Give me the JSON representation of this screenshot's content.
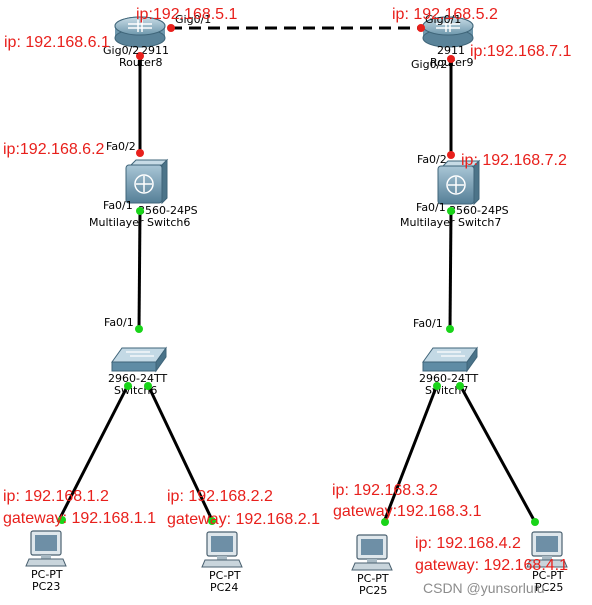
{
  "colors": {
    "link": "#000000",
    "port_up": "#19d419",
    "port_down": "#e8201c",
    "ip_text": "#e8201c",
    "router_body": "#8fb3c6",
    "switch_body": "#7ba6bd",
    "pc_body": "#b8c7d0"
  },
  "devices": {
    "router8": {
      "model": "2911",
      "name": "Router8",
      "icon": "router-icon"
    },
    "router9": {
      "model": "2911",
      "name": "Router9",
      "icon": "router-icon"
    },
    "mls6": {
      "model": "3560-24PS",
      "name": "Multilayer Switch6",
      "icon": "multilayer-switch-icon"
    },
    "mls7": {
      "model": "3560-24PS",
      "name": "Multilayer Switch7",
      "icon": "multilayer-switch-icon"
    },
    "sw6": {
      "model": "2960-24TT",
      "name": "Switch6",
      "icon": "switch-icon"
    },
    "sw7": {
      "model": "2960-24TT",
      "name": "Switch7",
      "icon": "switch-icon"
    },
    "pc23": {
      "model": "PC-PT",
      "name": "PC23",
      "icon": "pc-icon"
    },
    "pc24": {
      "model": "PC-PT",
      "name": "PC24",
      "icon": "pc-icon"
    },
    "pc25a": {
      "model": "PC-PT",
      "name": "PC25",
      "icon": "pc-icon"
    },
    "pc25b": {
      "model": "PC-PT",
      "name": "PC25",
      "icon": "pc-icon"
    }
  },
  "ports": {
    "r8_gig01": "Gig0/1",
    "r8_gig02": "Gig0/2",
    "r9_gig01": "Gig0/1",
    "r9_gig02": "Gig0/2",
    "mls6_fa02": "Fa0/2",
    "mls6_fa01": "Fa0/1",
    "mls7_fa02": "Fa0/2",
    "mls7_fa01": "Fa0/1",
    "sw6_fa01": "Fa0/1",
    "sw7_fa01": "Fa0/1"
  },
  "annotations": {
    "r8_gig01_ip": "ip:192.168.5.1",
    "r8_gig02_ip": "ip: 192.168.6.1",
    "r9_gig01_ip": "ip: 192.168.5.2",
    "r9_gig02_ip": "ip:192.168.7.1",
    "mls6_fa02_ip": "ip:192.168.6.2",
    "mls7_fa02_ip": "ip: 192.168.7.2",
    "pc23_ip": "ip: 192.168.1.2",
    "pc23_gw": "gateway: 192.168.1.1",
    "pc24_ip": "ip: 192.168.2.2",
    "pc24_gw": "gateway: 192.168.2.1",
    "pc25a_ip": "ip: 192.168.3.2",
    "pc25a_gw": "gateway:192.168.3.1",
    "pc25b_ip": "ip: 192.168.4.2",
    "pc25b_gw": "gateway: 192.168.4.1"
  },
  "watermark": "CSDN @yunsorluiu"
}
